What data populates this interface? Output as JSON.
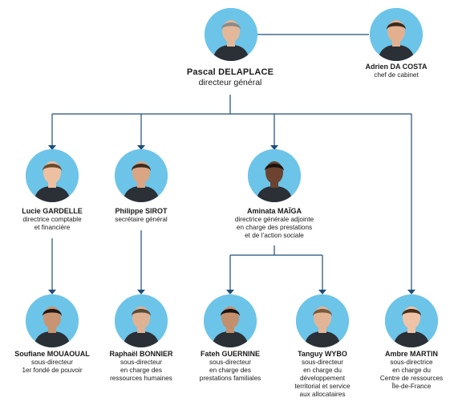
{
  "people": {
    "director": {
      "name": "Pascal DELAPLACE",
      "role": "directeur général",
      "hair": "#8a8a8a",
      "skin": "#e3b89a"
    },
    "chief_cabinet": {
      "name": "Adrien DA COSTA",
      "role": "chef de cabinet",
      "hair": "#3a2a1e",
      "skin": "#e2b08f"
    },
    "lucie": {
      "name": "Lucie GARDELLE",
      "role": "directrice comptable\net financière",
      "hair": "#6b4a2e",
      "skin": "#eec0a2"
    },
    "philippe": {
      "name": "Philippe SIROT",
      "role": "secrétaire général",
      "hair": "#3b2b20",
      "skin": "#d9a582"
    },
    "aminata": {
      "name": "Aminata MAÏGA",
      "role": "directrice générale adjointe\nen charge des prestations\net de l’action sociale",
      "hair": "#1b1410",
      "skin": "#6b4330"
    },
    "soufiane": {
      "name": "Soufiane MOUAOUAL",
      "role": "sous-directeur\n1er fondé de pouvoir",
      "hair": "#221914",
      "skin": "#c99472"
    },
    "raphael": {
      "name": "Raphaël BONNIER",
      "role": "sous-directeur\nen charge des\nressources humaines",
      "hair": "#5a4a3a",
      "skin": "#deb293"
    },
    "fateh": {
      "name": "Fateh GUERNINE",
      "role": "sous-directeur\nen charge des\nprestations familiales",
      "hair": "#1c1612",
      "skin": "#c48f6c"
    },
    "tanguy": {
      "name": "Tanguy WYBO",
      "role": "sous-directeur\nen charge du\ndéveloppement\nterritorial et service\naux allocataires",
      "hair": "#7a5a3a",
      "skin": "#e2b597"
    },
    "ambre": {
      "name": "Ambre MARTIN",
      "role": "sous-directrice\nen charge du\nCentre de ressources\nÎle-de-France",
      "hair": "#4a2e1e",
      "skin": "#efc3a6"
    }
  },
  "colors": {
    "line": "#1f4e79",
    "photo_bg": "#6cc4e9",
    "text": "#1a1a1a"
  }
}
